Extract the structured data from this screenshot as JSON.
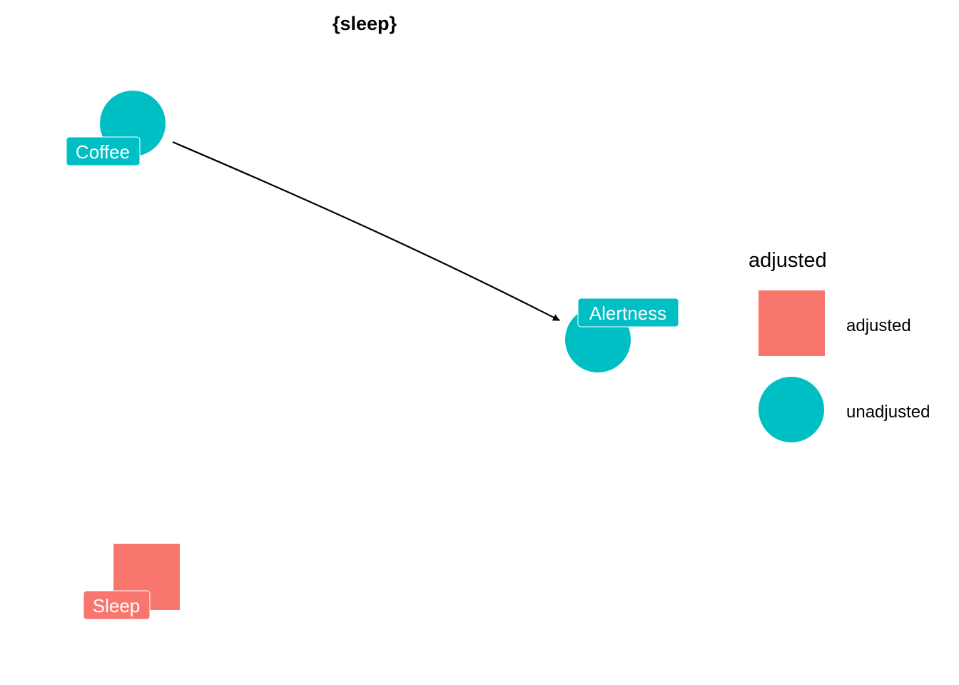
{
  "title": "{sleep}",
  "colors": {
    "adjusted": "#F8766D",
    "unadjusted": "#00BFC4",
    "edge": "#000000",
    "background": "#FFFFFF"
  },
  "nodes": [
    {
      "id": "coffee",
      "label": "Coffee",
      "status": "unadjusted",
      "shape": "circle"
    },
    {
      "id": "alertness",
      "label": "Alertness",
      "status": "unadjusted",
      "shape": "circle"
    },
    {
      "id": "sleep",
      "label": "Sleep",
      "status": "adjusted",
      "shape": "square"
    }
  ],
  "edges": [
    {
      "from": "coffee",
      "to": "alertness",
      "directed": true
    }
  ],
  "legend": {
    "title": "adjusted",
    "items": [
      {
        "label": "adjusted",
        "shape": "square"
      },
      {
        "label": "unadjusted",
        "shape": "circle"
      }
    ]
  }
}
